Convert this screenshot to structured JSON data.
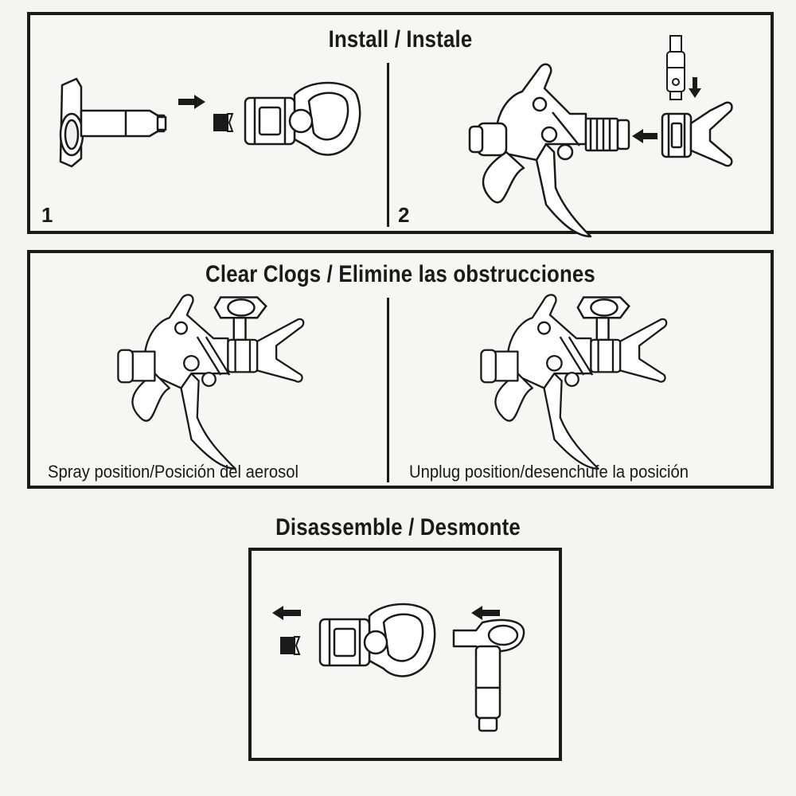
{
  "install": {
    "title": "Install / Instale",
    "step1": "1",
    "step2": "2"
  },
  "clear": {
    "title": "Clear Clogs / Elimine las obstrucciones",
    "spray_caption": "Spray position/Posición del aerosol",
    "unplug_caption": "Unplug position/desenchufe la posición"
  },
  "disassemble": {
    "title": "Disassemble / Desmonte"
  }
}
